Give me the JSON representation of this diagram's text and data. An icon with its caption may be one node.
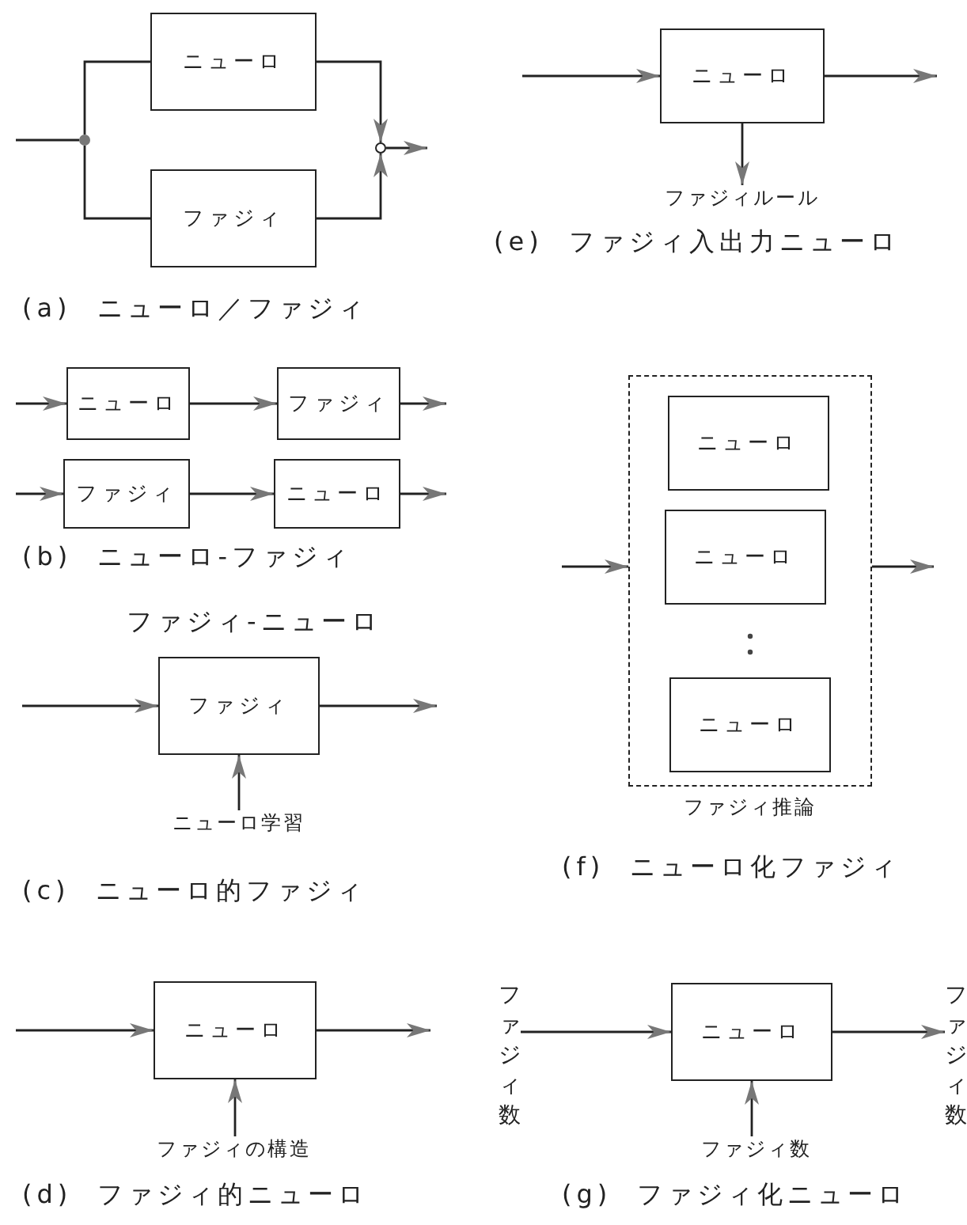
{
  "diagram": {
    "nodes": [
      {
        "text": [
          "ニューロ"
        ]
      },
      {
        "text": [
          "ファジィ"
        ]
      },
      {
        "text": [],
        "shape": "circle"
      },
      {
        "text": [],
        "shape": "circle"
      },
      {
        "text": [
          "ニューロ"
        ]
      },
      {
        "text": [
          "ファジィ"
        ]
      },
      {
        "text": [
          "ファジィ"
        ]
      },
      {
        "text": [
          "ニューロ"
        ]
      },
      {
        "text": [
          "ファジィ"
        ]
      },
      {
        "text": [
          "ニューロ学習"
        ]
      },
      {
        "text": [
          "ニューロ"
        ]
      },
      {
        "text": [
          "ファジィの構造"
        ]
      },
      {
        "text": [
          "ニューロ"
        ]
      },
      {
        "text": [
          "ファジィルール"
        ]
      },
      {
        "text": [
          "ファジィ推論"
        ]
      },
      {
        "text": [
          "ニューロ"
        ],
        "in": 14
      },
      {
        "text": [
          "ニューロ"
        ],
        "in": 14
      },
      {
        "text": [
          "ニューロ"
        ],
        "in": 14
      },
      {
        "text": [
          "ファジィ数"
        ]
      },
      {
        "text": [
          "ニューロ"
        ]
      },
      {
        "text": [
          "ファジィ数"
        ]
      },
      {
        "text": [
          "ファジィ数"
        ]
      }
    ],
    "edges": [
      {
        "from": null,
        "to": 2,
        "arrow": "none"
      },
      {
        "from": 2,
        "to": 0,
        "arrow": "none"
      },
      {
        "from": 2,
        "to": 1,
        "arrow": "none"
      },
      {
        "from": 0,
        "to": 3,
        "arrow": "to"
      },
      {
        "from": 1,
        "to": 3,
        "arrow": "to"
      },
      {
        "from": 3,
        "to": null,
        "arrow": "to"
      },
      {
        "from": null,
        "to": 4,
        "arrow": "to"
      },
      {
        "from": 4,
        "to": 5,
        "arrow": "to"
      },
      {
        "from": 5,
        "to": null,
        "arrow": "to"
      },
      {
        "from": null,
        "to": 6,
        "arrow": "to"
      },
      {
        "from": 6,
        "to": 7,
        "arrow": "to"
      },
      {
        "from": 7,
        "to": null,
        "arrow": "to"
      },
      {
        "from": null,
        "to": 8,
        "arrow": "to"
      },
      {
        "from": 8,
        "to": null,
        "arrow": "to"
      },
      {
        "from": 9,
        "to": 8,
        "arrow": "to"
      },
      {
        "from": null,
        "to": 10,
        "arrow": "to"
      },
      {
        "from": 10,
        "to": null,
        "arrow": "to"
      },
      {
        "from": 11,
        "to": 10,
        "arrow": "to"
      },
      {
        "from": null,
        "to": 12,
        "arrow": "to"
      },
      {
        "from": 12,
        "to": null,
        "arrow": "to"
      },
      {
        "from": 12,
        "to": 13,
        "arrow": "to"
      },
      {
        "from": null,
        "to": 14,
        "arrow": "to"
      },
      {
        "from": 14,
        "to": null,
        "arrow": "to"
      },
      {
        "from": 18,
        "to": 19,
        "arrow": "to"
      },
      {
        "from": 19,
        "to": 20,
        "arrow": "to"
      },
      {
        "from": 21,
        "to": 19,
        "arrow": "to"
      }
    ],
    "labels": [
      "(a) ニューロ／ファジィ",
      "(b) ニューロ-ファジィ",
      "ファジィ-ニューロ",
      "(c) ニューロ的ファジィ",
      "(d) ファジィ的ニューロ",
      "(e) ファジィ入出力ニューロ",
      "(f) ニューロ化ファジィ",
      "(g) ファジィ化ニューロ"
    ]
  }
}
